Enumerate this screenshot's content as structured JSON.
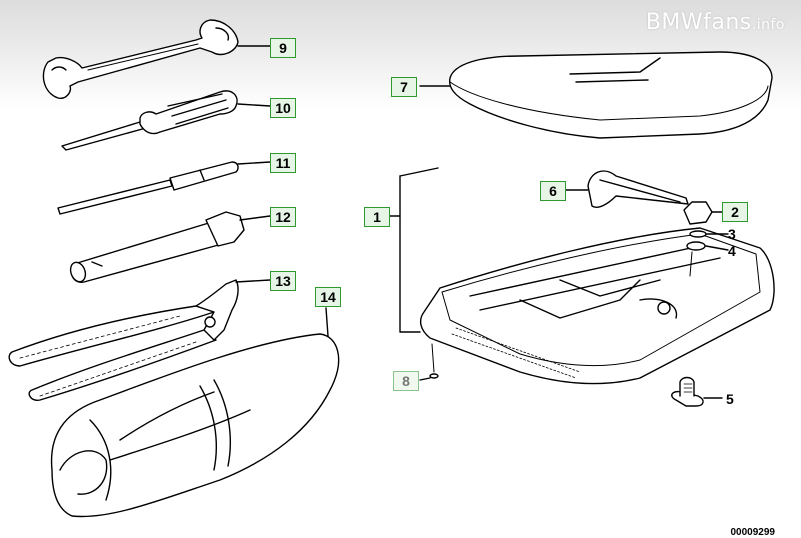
{
  "watermark": {
    "brand": "BMWfans",
    "suffix": ".info"
  },
  "callouts": {
    "c1": "1",
    "c2": "2",
    "c3": "3",
    "c4": "4",
    "c5": "5",
    "c6": "6",
    "c7": "7",
    "c8": "8",
    "c9": "9",
    "c10": "10",
    "c11": "11",
    "c12": "12",
    "c13": "13",
    "c14": "14"
  },
  "document_number": "00009299",
  "colors": {
    "callout_border": "#2e9a2e",
    "callout_fill": "#e6f5e6",
    "line": "#000000"
  }
}
